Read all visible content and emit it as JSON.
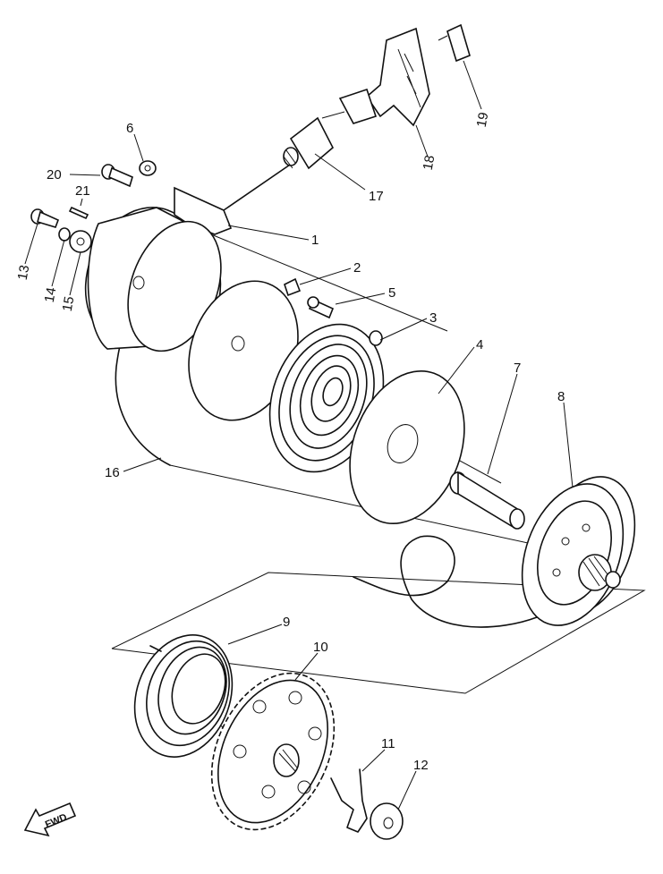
{
  "callouts": [
    {
      "id": "1",
      "label": "1"
    },
    {
      "id": "2",
      "label": "2"
    },
    {
      "id": "3",
      "label": "3"
    },
    {
      "id": "4",
      "label": "4"
    },
    {
      "id": "5",
      "label": "5"
    },
    {
      "id": "6",
      "label": "6"
    },
    {
      "id": "7",
      "label": "7"
    },
    {
      "id": "8",
      "label": "8"
    },
    {
      "id": "9",
      "label": "9"
    },
    {
      "id": "10",
      "label": "10"
    },
    {
      "id": "11",
      "label": "11"
    },
    {
      "id": "12",
      "label": "12"
    },
    {
      "id": "13",
      "label": "13"
    },
    {
      "id": "14",
      "label": "14"
    },
    {
      "id": "15",
      "label": "15"
    },
    {
      "id": "16",
      "label": "16"
    },
    {
      "id": "17",
      "label": "17"
    },
    {
      "id": "18",
      "label": "18"
    },
    {
      "id": "19",
      "label": "19"
    },
    {
      "id": "20",
      "label": "20"
    },
    {
      "id": "21",
      "label": "21"
    }
  ],
  "direction_marker": {
    "label": "FWD",
    "icon": "fwd-arrow-icon"
  }
}
